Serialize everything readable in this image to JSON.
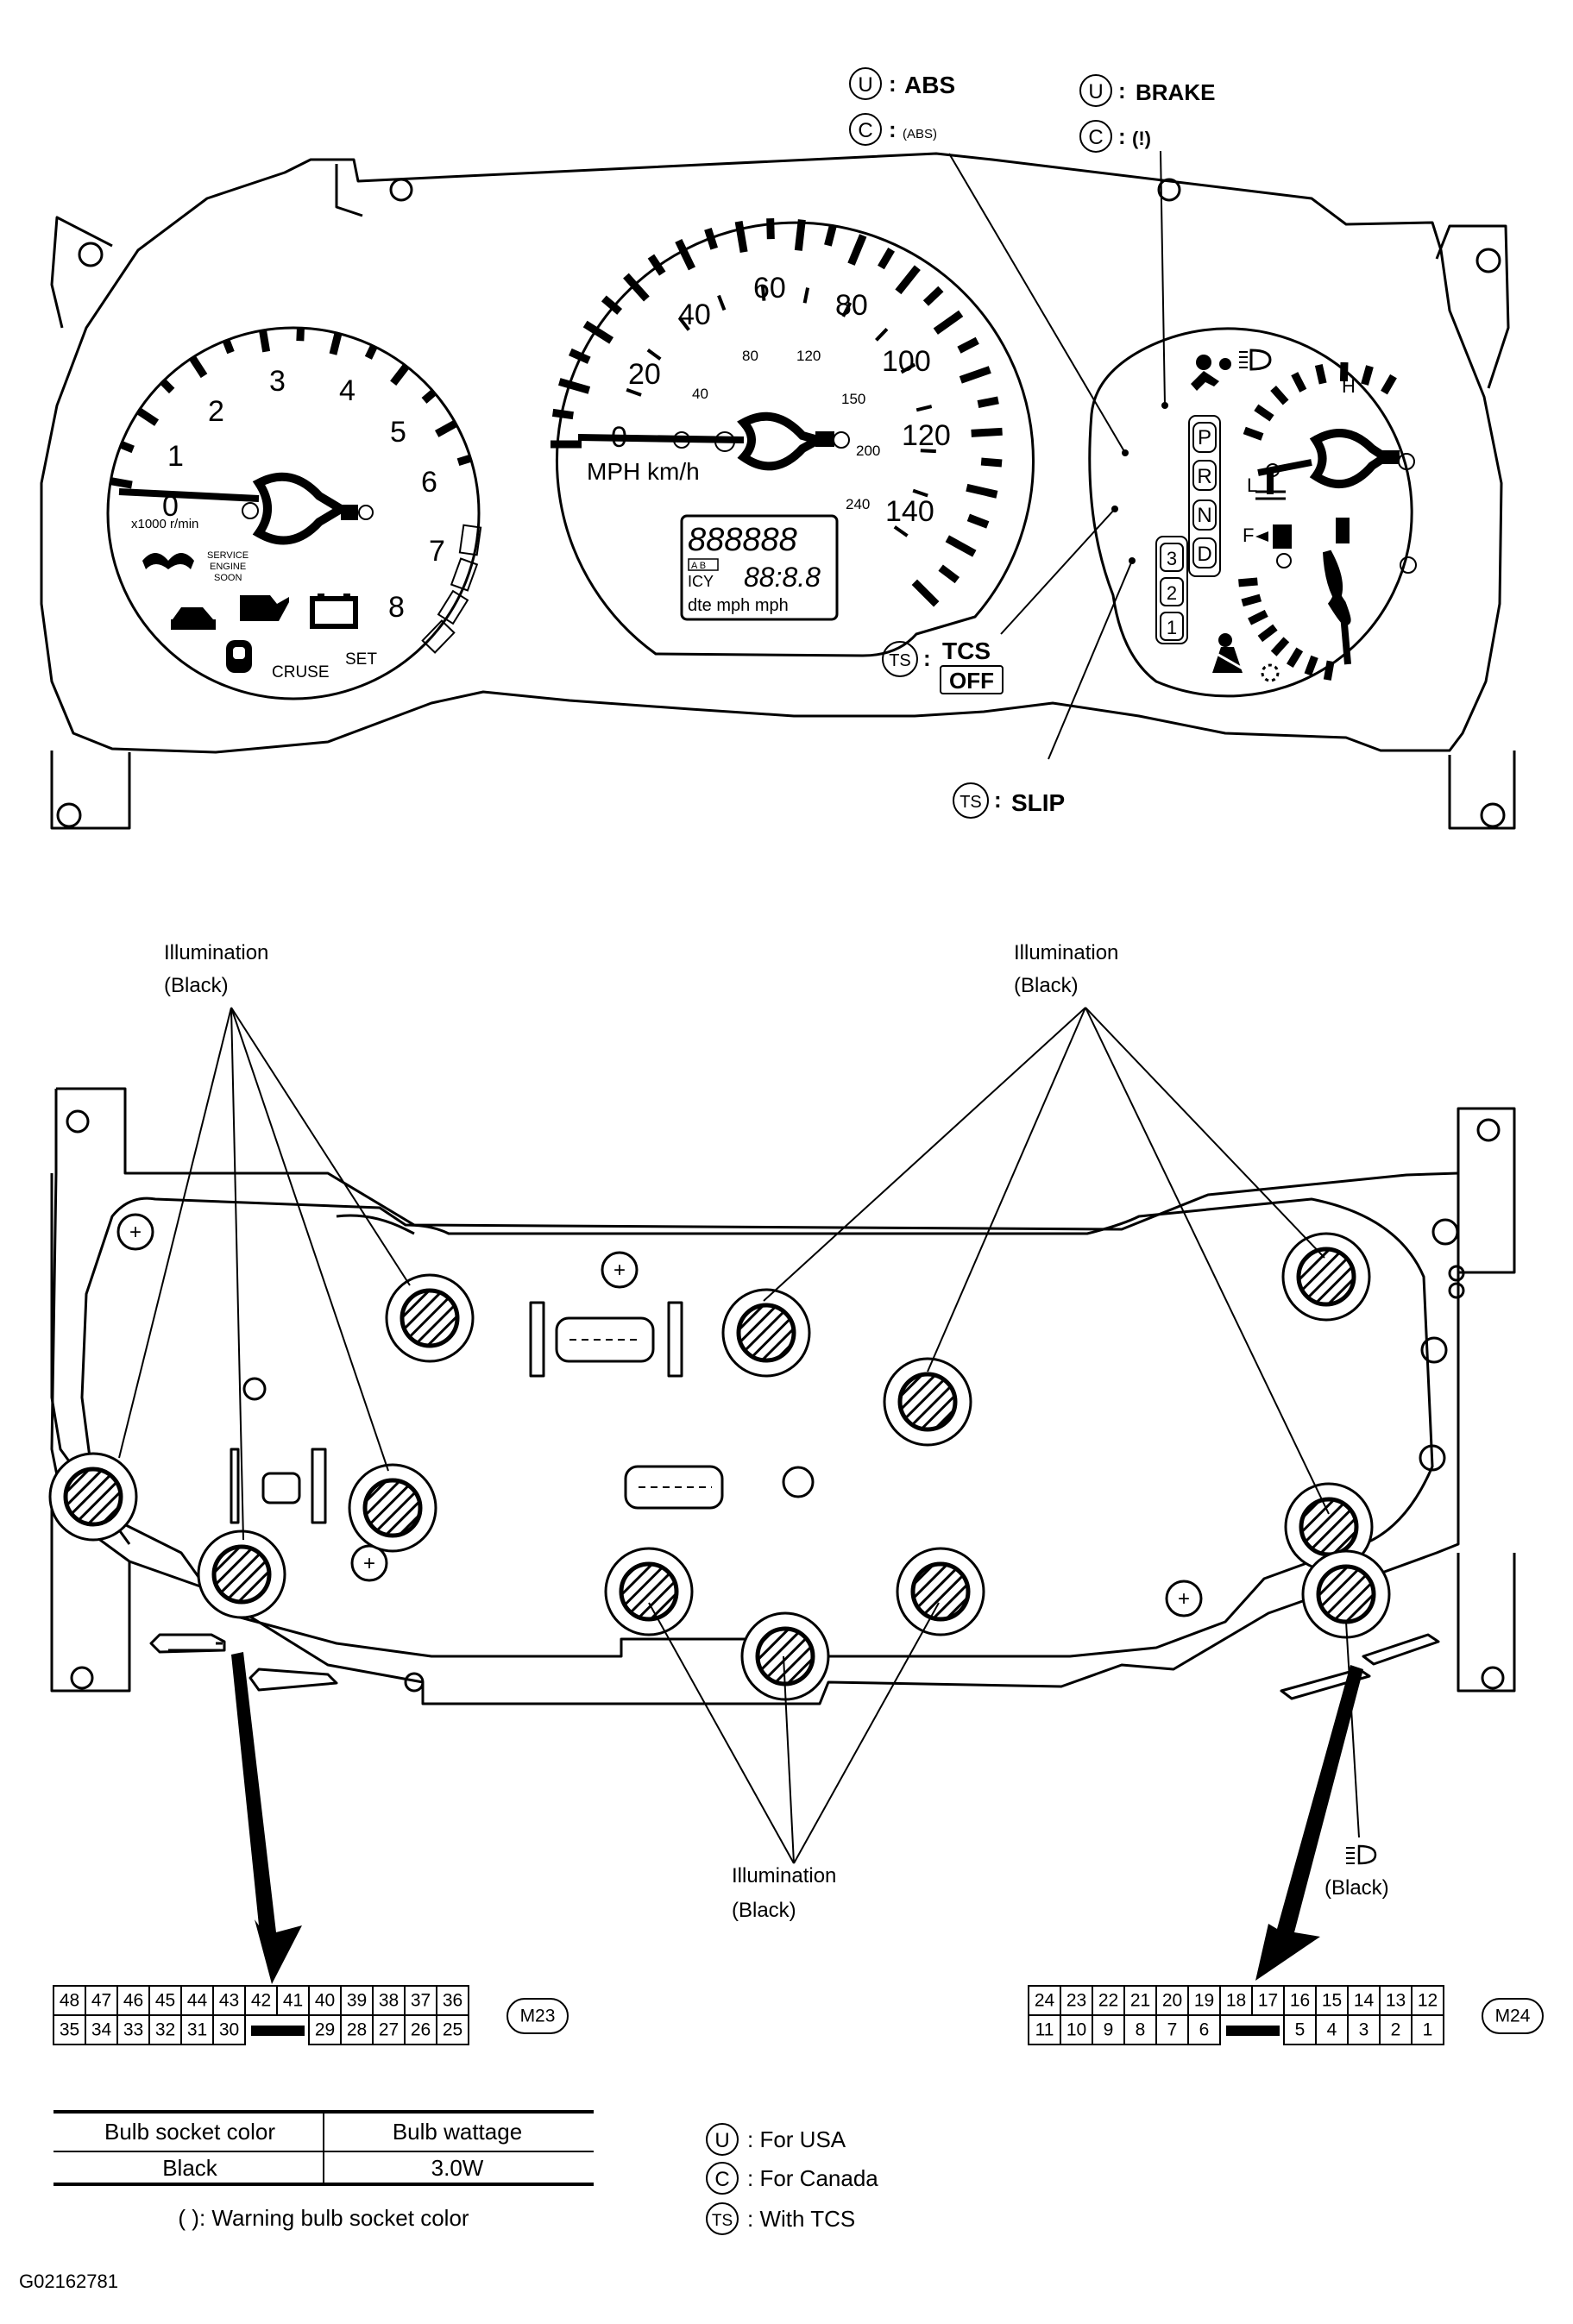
{
  "title_labels": {
    "abs_usa": "ABS",
    "abs_canada": "(ABS)",
    "brake_usa": "BRAKE",
    "brake_canada": "(!)",
    "tcs": "TCS",
    "tcs_off": "OFF",
    "slip": "SLIP",
    "usa_symbol": "U",
    "canada_symbol": "C",
    "tcs_symbol": "TS",
    "separator": ":"
  },
  "tachometer": {
    "labels": [
      "0",
      "1",
      "2",
      "3",
      "4",
      "5",
      "6",
      "7",
      "8"
    ],
    "unit": "x1000 r/min",
    "service_line1": "SERVICE",
    "service_line2": "ENGINE",
    "service_line3": "SOON",
    "cruise": "CRUSE",
    "set": "SET"
  },
  "speedometer": {
    "mph_labels": [
      "0",
      "20",
      "40",
      "60",
      "80",
      "100",
      "120",
      "140"
    ],
    "kmh_labels": [
      "40",
      "80",
      "120",
      "150",
      "200",
      "240"
    ],
    "unit": "MPH km/h",
    "odometer_digits": "888888",
    "ab_label": "A B",
    "icy_label": "ICY",
    "trip_digits": "88:8.8",
    "display_units": "dte mph mph"
  },
  "gauges": {
    "hot": "H",
    "cold": "L",
    "full": "F",
    "prnd": [
      "P",
      "R",
      "N",
      "D"
    ],
    "gears": [
      "3",
      "2",
      "1"
    ]
  },
  "illumination": {
    "line1": "Illumination",
    "line2": "(Black)"
  },
  "headlamp_label": "(Black)",
  "connectors": {
    "m23": {
      "name": "M23",
      "top": [
        "48",
        "47",
        "46",
        "45",
        "44",
        "43",
        "42",
        "41",
        "40",
        "39",
        "38",
        "37",
        "36"
      ],
      "bottom": [
        "35",
        "34",
        "33",
        "32",
        "31",
        "30",
        "",
        "29",
        "28",
        "27",
        "26",
        "25"
      ]
    },
    "m24": {
      "name": "M24",
      "top": [
        "24",
        "23",
        "22",
        "21",
        "20",
        "19",
        "18",
        "17",
        "16",
        "15",
        "14",
        "13",
        "12"
      ],
      "bottom": [
        "11",
        "10",
        "9",
        "8",
        "7",
        "6",
        "",
        "5",
        "4",
        "3",
        "2",
        "1"
      ]
    }
  },
  "bulb_table": {
    "headers": [
      "Bulb socket color",
      "Bulb wattage"
    ],
    "row": [
      "Black",
      "3.0W"
    ],
    "note": "( ): Warning bulb socket color"
  },
  "legend": [
    {
      "symbol": "U",
      "text": ": For USA"
    },
    {
      "symbol": "C",
      "text": ": For Canada"
    },
    {
      "symbol": "TS",
      "text": ": With TCS"
    }
  ],
  "figure_code": "G02162781"
}
